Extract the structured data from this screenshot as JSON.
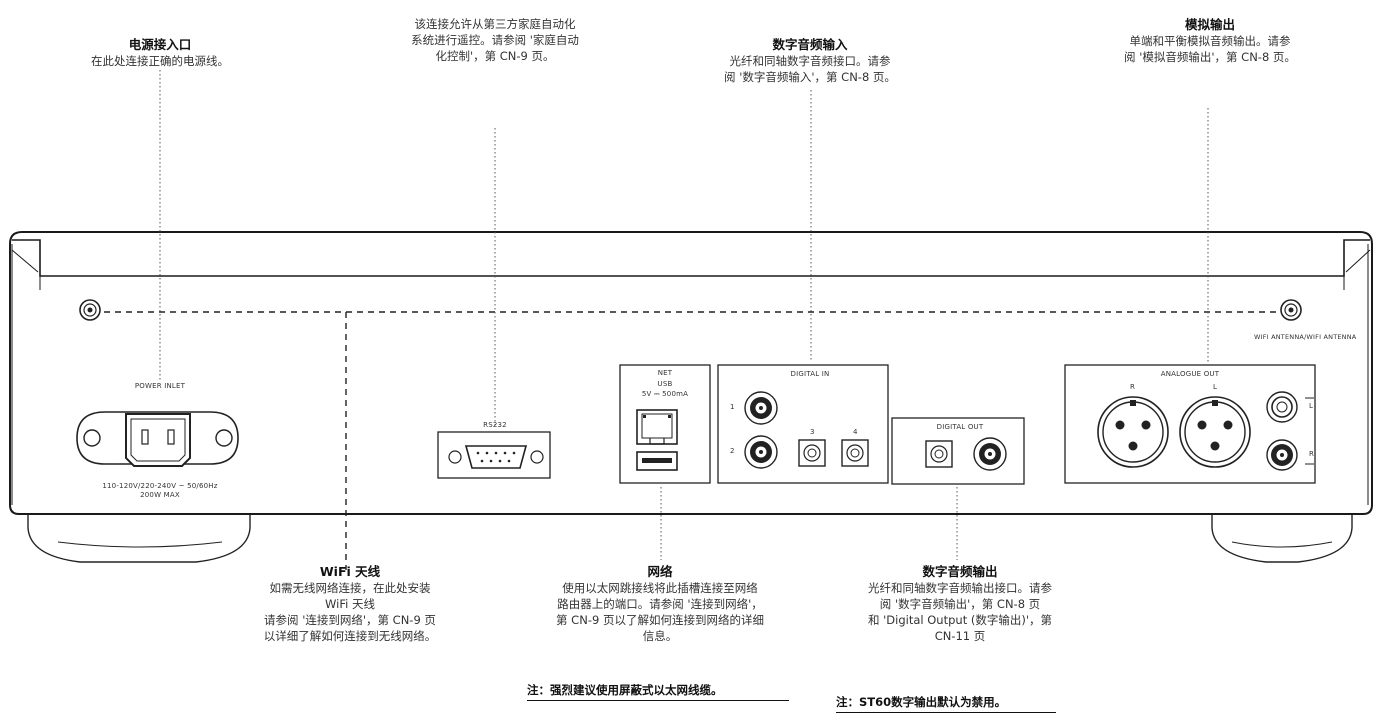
{
  "callouts": {
    "power": {
      "title": "电源接入口",
      "lines": [
        "在此处连接正确的电源线。"
      ]
    },
    "rs232": {
      "title": "",
      "lines": [
        "该连接允许从第三方家庭自动化",
        "系统进行遥控。请参阅 '家庭自动",
        "化控制'，第 CN-9 页。"
      ]
    },
    "digital_in": {
      "title": "数字音频输入",
      "lines": [
        "光纤和同轴数字音频接口。请参",
        "阅 '数字音频输入'，第 CN-8 页。"
      ]
    },
    "analogue_out": {
      "title": "模拟输出",
      "lines": [
        "单端和平衡模拟音频输出。请参",
        "阅 '模拟音频输出'，第 CN-8 页。"
      ]
    },
    "wifi": {
      "title": "WiFi 天线",
      "lines": [
        "如需无线网络连接，在此处安装",
        "WiFi 天线",
        "请参阅 '连接到网络'，第 CN-9 页",
        "以详细了解如何连接到无线网络。"
      ]
    },
    "network": {
      "title": "网络",
      "lines": [
        "使用以太网跳接线将此插槽连接至网络",
        "路由器上的端口。请参阅 '连接到网络'，",
        "第 CN-9 页以了解如何连接到网络的详细",
        "信息。"
      ],
      "note": "注：强烈建议使用屏蔽式以太网线缆。"
    },
    "digital_out": {
      "title": "数字音频输出",
      "lines": [
        "光纤和同轴数字音频输出接口。请参",
        "阅 '数字音频输出'，第 CN-8 页",
        "和 'Digital Output (数字输出)'，第",
        "CN-11 页"
      ],
      "note": "注：ST60数字输出默认为禁用。"
    }
  },
  "panel": {
    "power_label": "POWER INLET",
    "power_rating_1": "110-120V/220-240V ~ 50/60Hz",
    "power_rating_2": "200W MAX",
    "rs232_label": "RS232",
    "net_label": "NET",
    "usb_label": "USB",
    "usb_rating": "5V ⎓ 500mA",
    "digital_in_label": "DIGITAL IN",
    "din_1": "1",
    "din_2": "2",
    "din_3": "3",
    "din_4": "4",
    "digital_out_label": "DIGITAL OUT",
    "analogue_out_label": "ANALOGUE OUT",
    "analogue_r": "R",
    "analogue_l": "L",
    "rca_l": "L",
    "rca_r": "R",
    "wifi_antenna_label": "WIFI ANTENNA/WIFI ANTENNA"
  }
}
